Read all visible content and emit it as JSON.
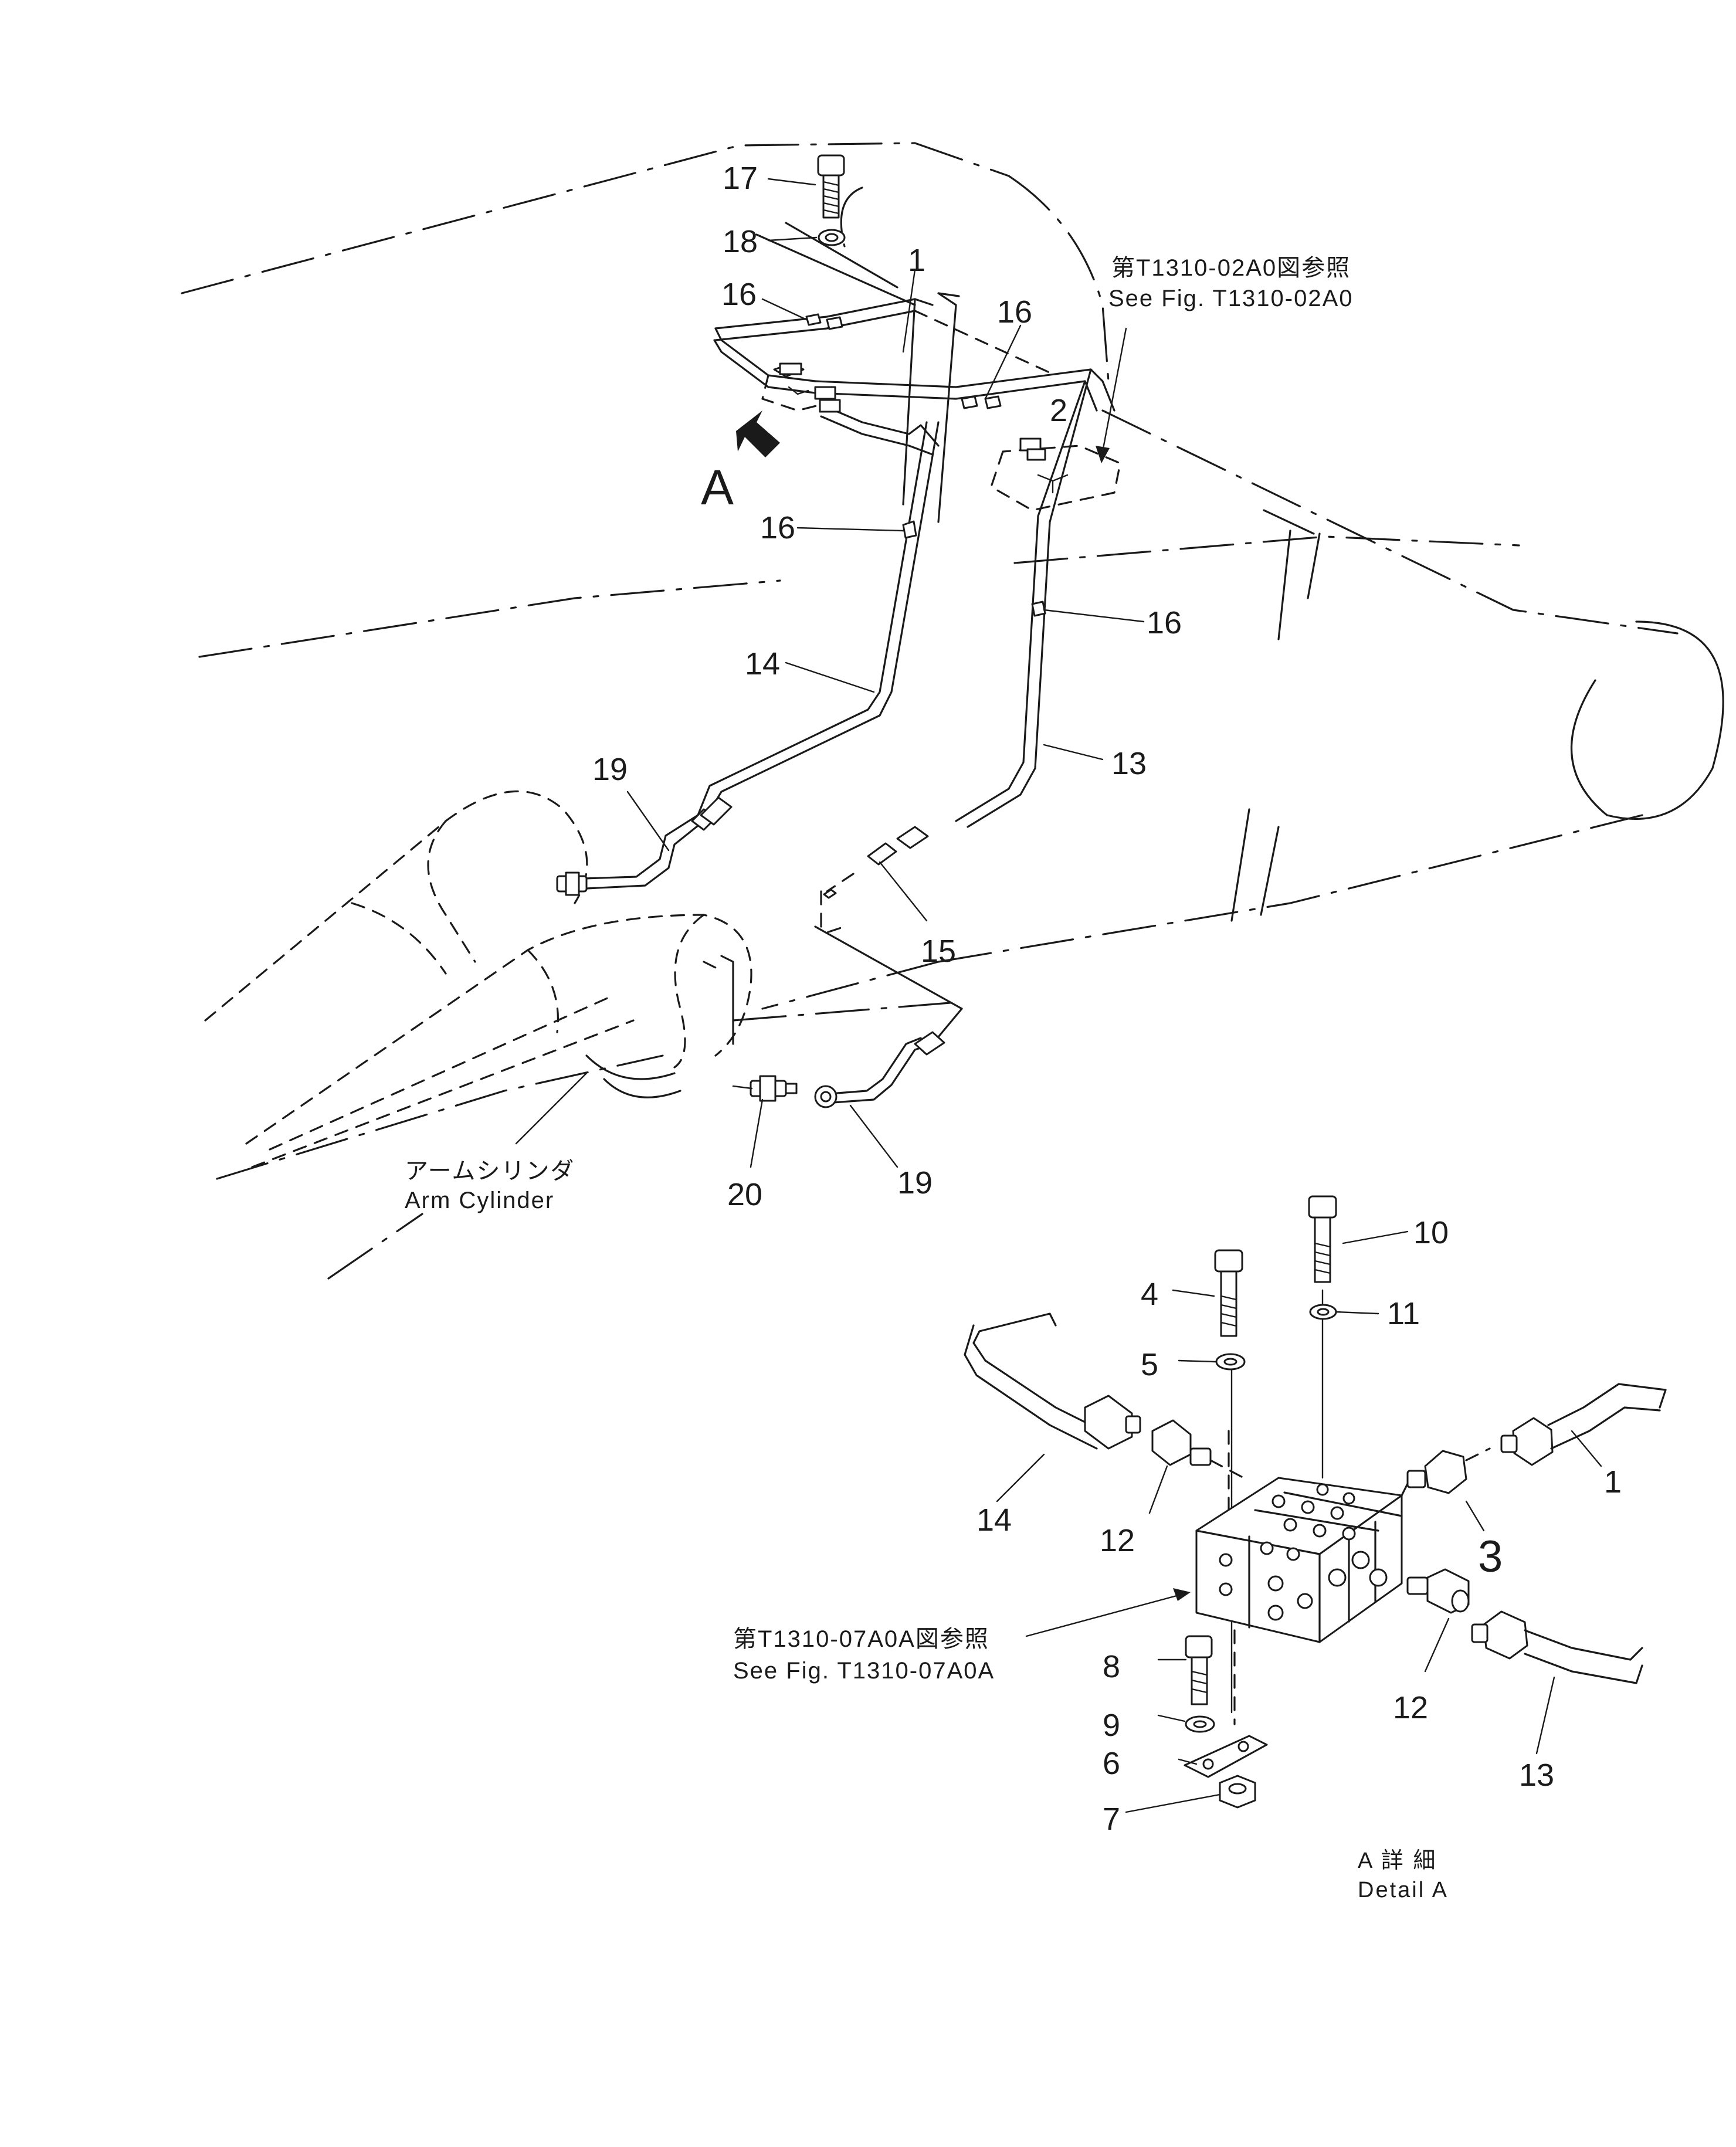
{
  "diagram": {
    "part_callouts": [
      {
        "id": "c17",
        "label": "17"
      },
      {
        "id": "c18",
        "label": "18"
      },
      {
        "id": "c1a",
        "label": "1"
      },
      {
        "id": "c16a",
        "label": "16"
      },
      {
        "id": "c16b",
        "label": "16"
      },
      {
        "id": "c2",
        "label": "2"
      },
      {
        "id": "c16c",
        "label": "16"
      },
      {
        "id": "c16d",
        "label": "16"
      },
      {
        "id": "c14a",
        "label": "14"
      },
      {
        "id": "c13a",
        "label": "13"
      },
      {
        "id": "c19a",
        "label": "19"
      },
      {
        "id": "c15",
        "label": "15"
      },
      {
        "id": "c19b",
        "label": "19"
      },
      {
        "id": "c20",
        "label": "20"
      }
    ],
    "view_marker": "A",
    "ref_fig_upper": {
      "jp": "第T1310-02A0図参照",
      "en": "See  Fig.  T1310-02A0"
    },
    "arm_cylinder": {
      "jp": "アームシリンダ",
      "en": "Arm  Cylinder"
    }
  },
  "detail": {
    "part_callouts": [
      {
        "id": "d10",
        "label": "10"
      },
      {
        "id": "d4",
        "label": "4"
      },
      {
        "id": "d11",
        "label": "11"
      },
      {
        "id": "d5",
        "label": "5"
      },
      {
        "id": "d14",
        "label": "14"
      },
      {
        "id": "d1",
        "label": "1"
      },
      {
        "id": "d12a",
        "label": "12"
      },
      {
        "id": "d3",
        "label": "3"
      },
      {
        "id": "d12b",
        "label": "12"
      },
      {
        "id": "d8",
        "label": "8"
      },
      {
        "id": "d9",
        "label": "9"
      },
      {
        "id": "d6",
        "label": "6"
      },
      {
        "id": "d13",
        "label": "13"
      },
      {
        "id": "d7",
        "label": "7"
      }
    ],
    "ref_fig_lower": {
      "jp": "第T1310-07A0A図参照",
      "en": "See  Fig.  T1310-07A0A"
    },
    "title": {
      "jp": "A 詳 細",
      "en": "Detail  A"
    }
  },
  "colors": {
    "ink": "#1a1a1a",
    "paper": "#ffffff"
  }
}
